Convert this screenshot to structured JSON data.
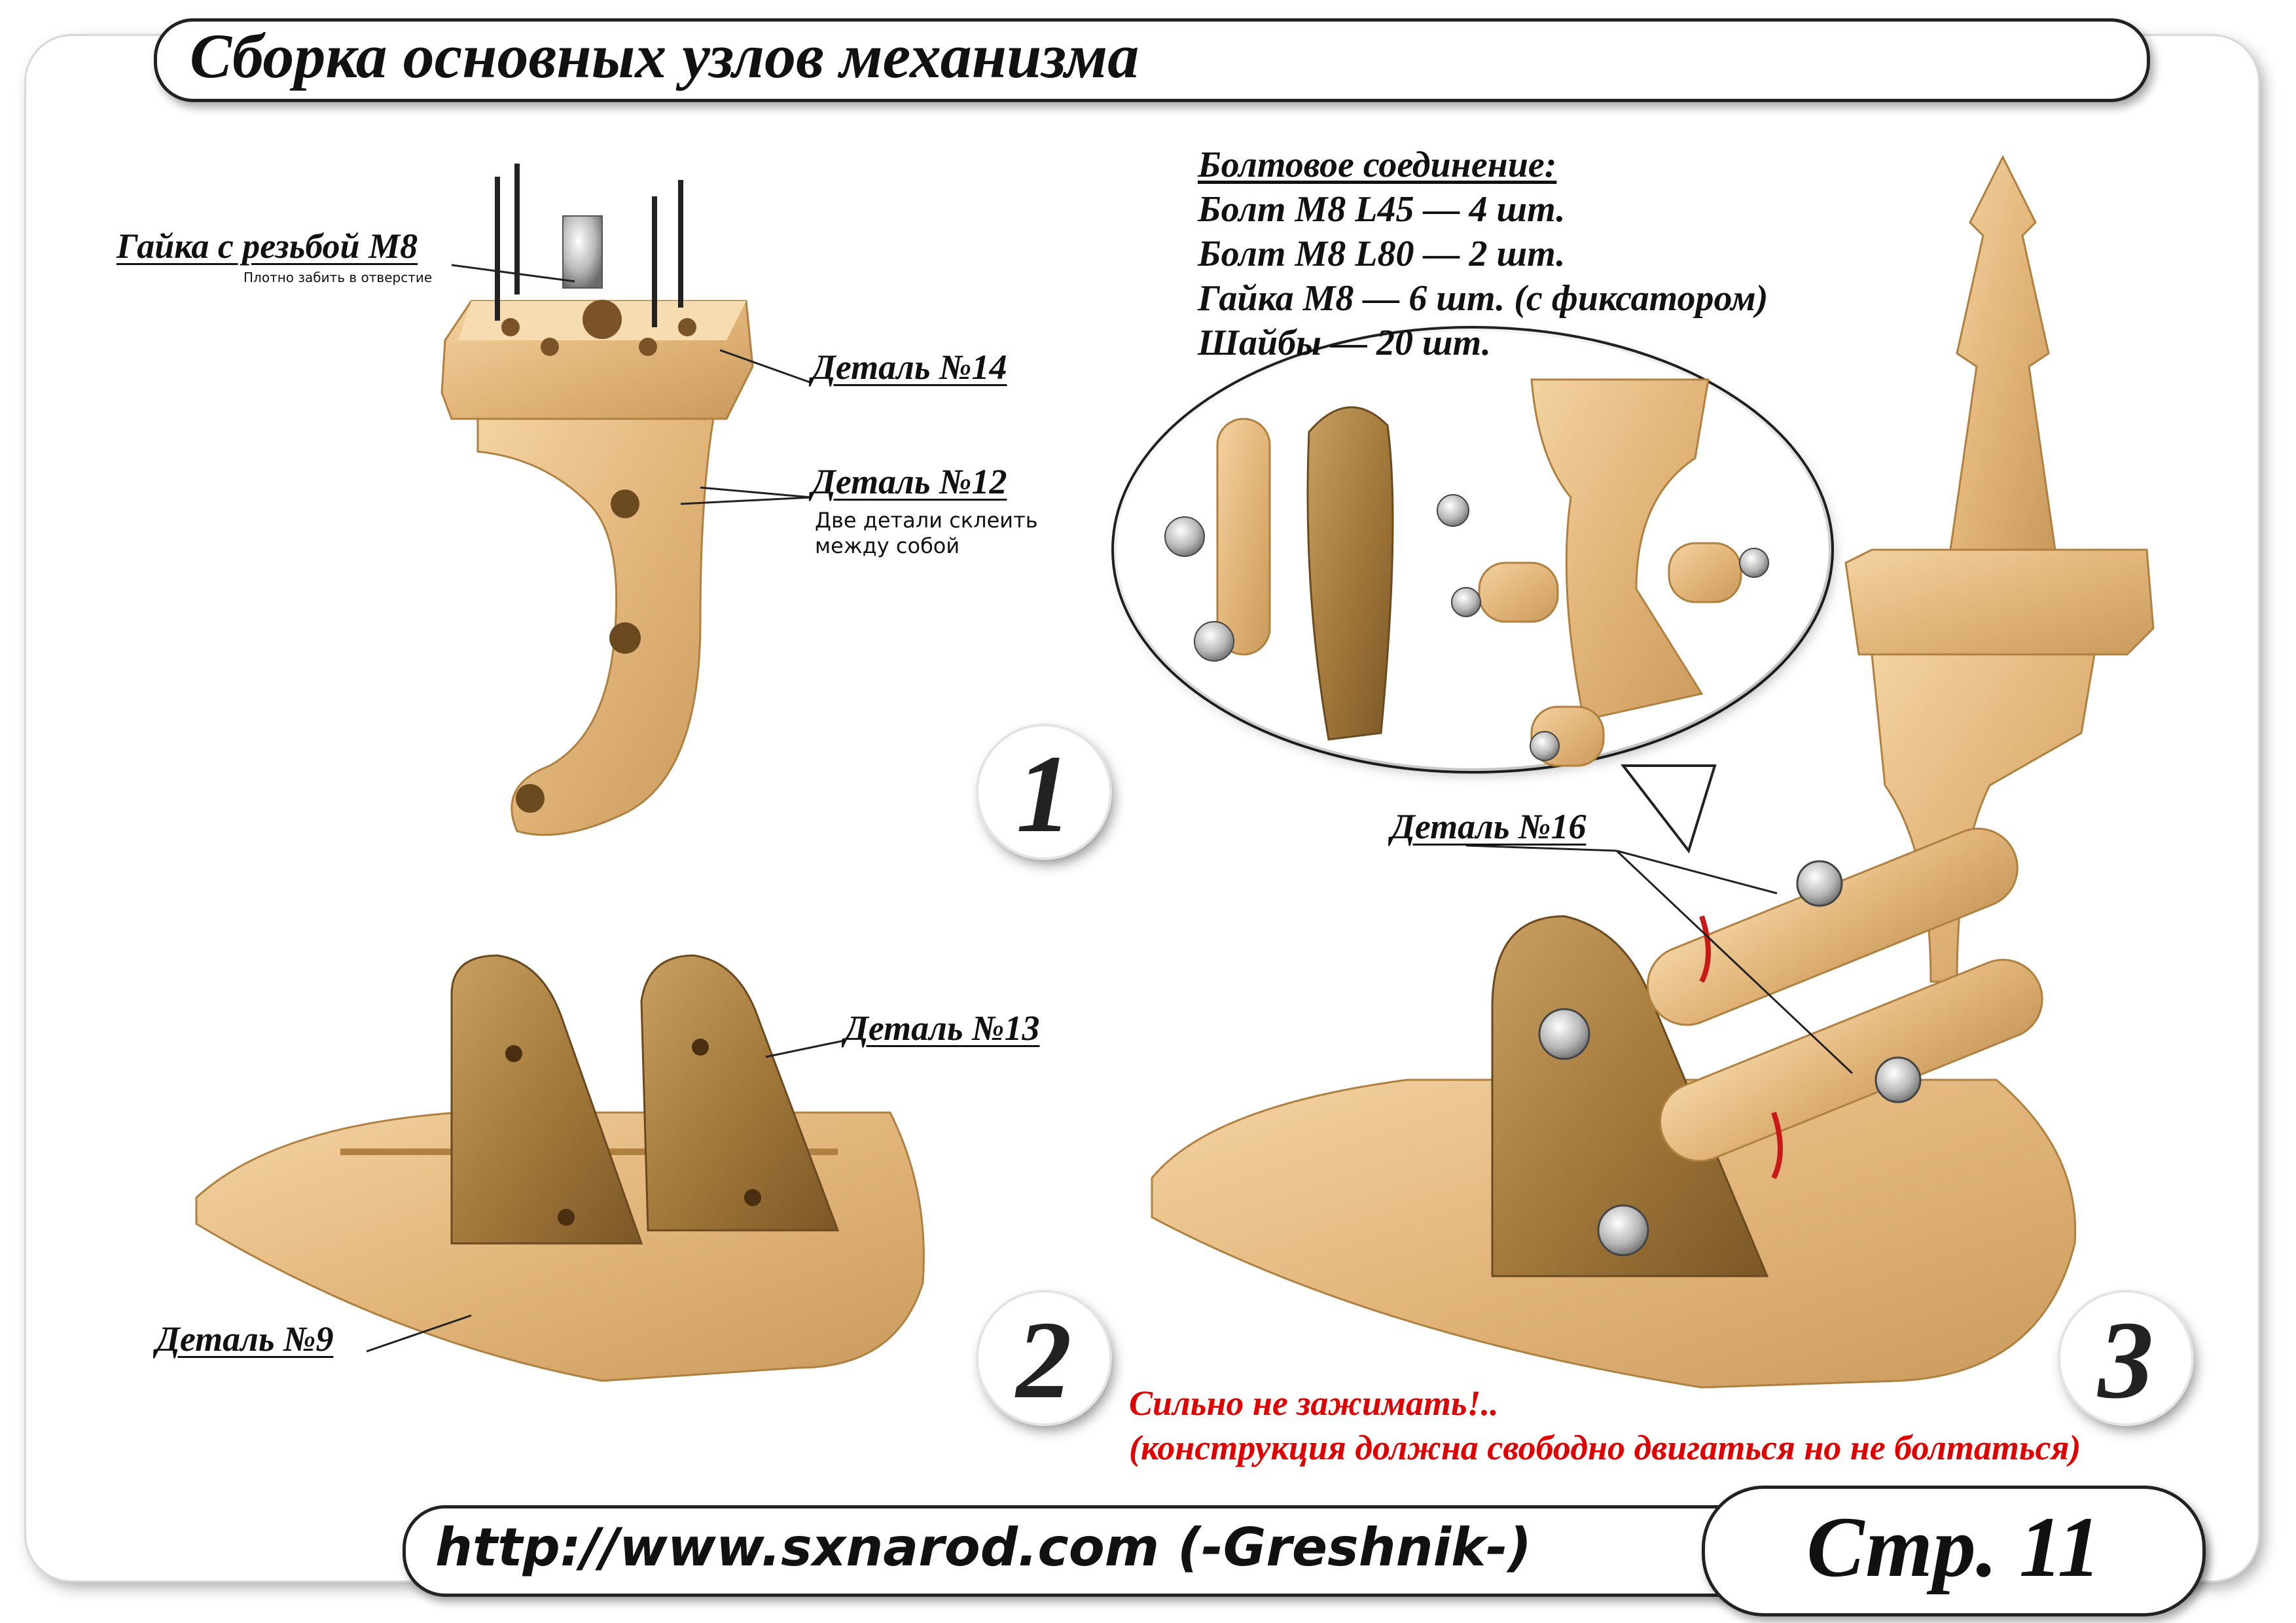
{
  "title": "Сборка основных узлов механизма",
  "labels": {
    "nut_m8": "Гайка с резьбой М8",
    "nut_note": "Плотно забить в отверстие",
    "part14": "Деталь №14",
    "part12": "Деталь №12",
    "part12_note_1": "Две детали склеить",
    "part12_note_2": "между собой",
    "part13": "Деталь №13",
    "part9": "Деталь №9",
    "part16": "Деталь №16"
  },
  "bolt_list": {
    "heading": "Болтовое соединение:",
    "items": [
      "Болт М8 L45 — 4 шт.",
      "Болт М8 L80 — 2 шт.",
      "Гайка М8 — 6 шт. (с фиксатором)",
      "Шайбы — 20 шт."
    ]
  },
  "steps": [
    "1",
    "2",
    "3"
  ],
  "warning": {
    "line1": "Сильно не зажимать!..",
    "line2": "(конструкция должна свободно двигаться но не болтаться)"
  },
  "footer": {
    "url": "http://www.sxnarod.com  (-Greshnik-)",
    "page": "Стр. 11"
  },
  "colors": {
    "wood_light": "#e6bd85",
    "wood_dark": "#a47a3c",
    "warning_red": "#e00000"
  }
}
